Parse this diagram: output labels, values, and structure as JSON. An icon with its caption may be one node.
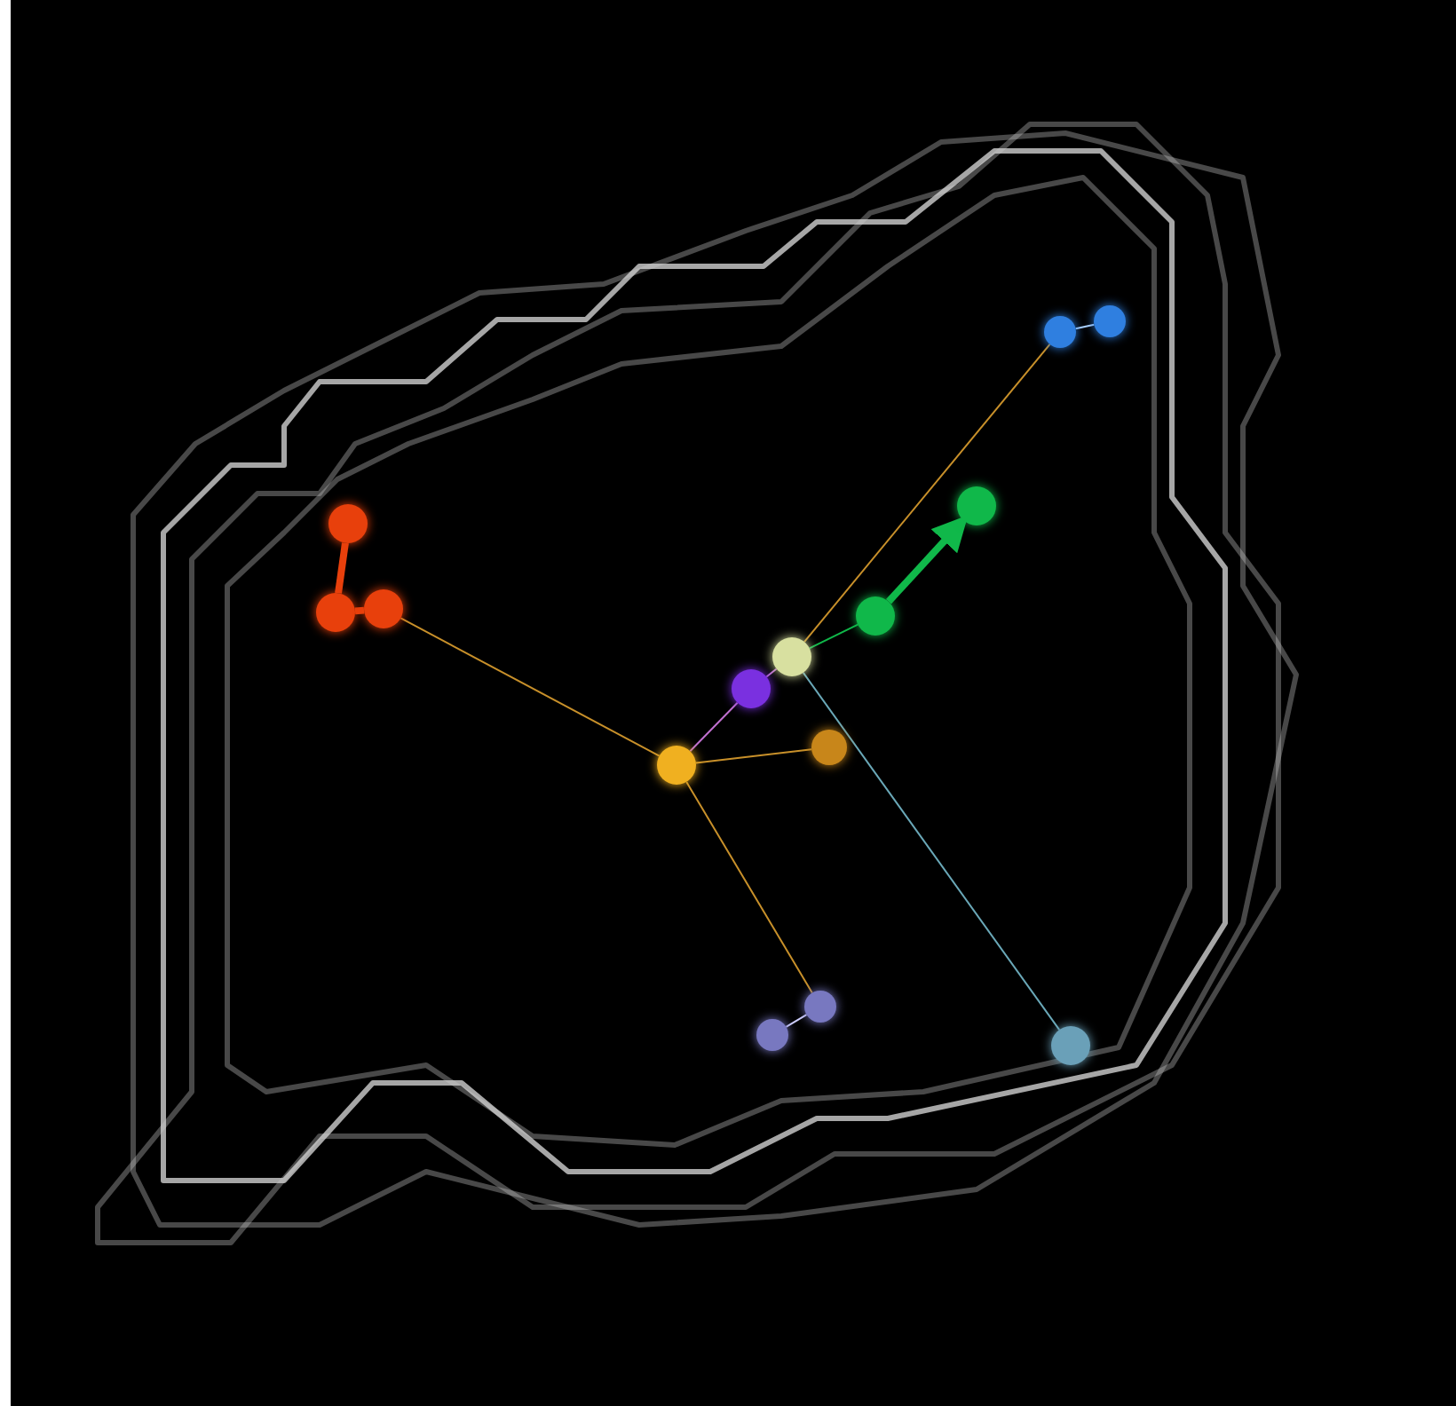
{
  "diagram": {
    "nodes": [
      {
        "text": [],
        "shape": "circle"
      },
      {
        "text": [],
        "shape": "circle"
      },
      {
        "text": [],
        "shape": "circle"
      },
      {
        "text": [],
        "shape": "circle"
      },
      {
        "text": [],
        "shape": "circle"
      },
      {
        "text": [],
        "shape": "circle"
      },
      {
        "text": [],
        "shape": "circle"
      },
      {
        "text": [],
        "shape": "circle"
      },
      {
        "text": [],
        "shape": "circle"
      },
      {
        "text": [],
        "shape": "circle"
      },
      {
        "text": [],
        "shape": "circle"
      },
      {
        "text": [],
        "shape": "circle"
      },
      {
        "text": [],
        "shape": "circle"
      },
      {
        "text": [],
        "shape": "circle"
      }
    ],
    "edges": [
      {
        "from": 0,
        "to": 1,
        "arrow": "none",
        "style": "thick",
        "color": "#e8400c"
      },
      {
        "from": 1,
        "to": 2,
        "arrow": "none",
        "style": "thick",
        "color": "#e8400c"
      },
      {
        "from": 2,
        "to": 9,
        "arrow": "none"
      },
      {
        "from": 3,
        "to": 4,
        "arrow": "none",
        "color": "#b0d4ff"
      },
      {
        "from": 3,
        "to": 7,
        "arrow": "none"
      },
      {
        "from": 6,
        "to": 5,
        "arrow": "to",
        "style": "thick",
        "color": "#10b84a"
      },
      {
        "from": 6,
        "to": 7,
        "arrow": "none",
        "color": "#10b84a"
      },
      {
        "from": 7,
        "to": 8,
        "arrow": "none",
        "color": "#c070d0"
      },
      {
        "from": 8,
        "to": 9,
        "arrow": "none",
        "color": "#c070d0"
      },
      {
        "from": 7,
        "to": 13,
        "arrow": "none",
        "color": "#6aa8b8"
      },
      {
        "from": 9,
        "to": 10,
        "arrow": "none"
      },
      {
        "from": 9,
        "to": 12,
        "arrow": "none"
      },
      {
        "from": 11,
        "to": 12,
        "arrow": "none",
        "color": "#d0d0ff"
      }
    ]
  }
}
